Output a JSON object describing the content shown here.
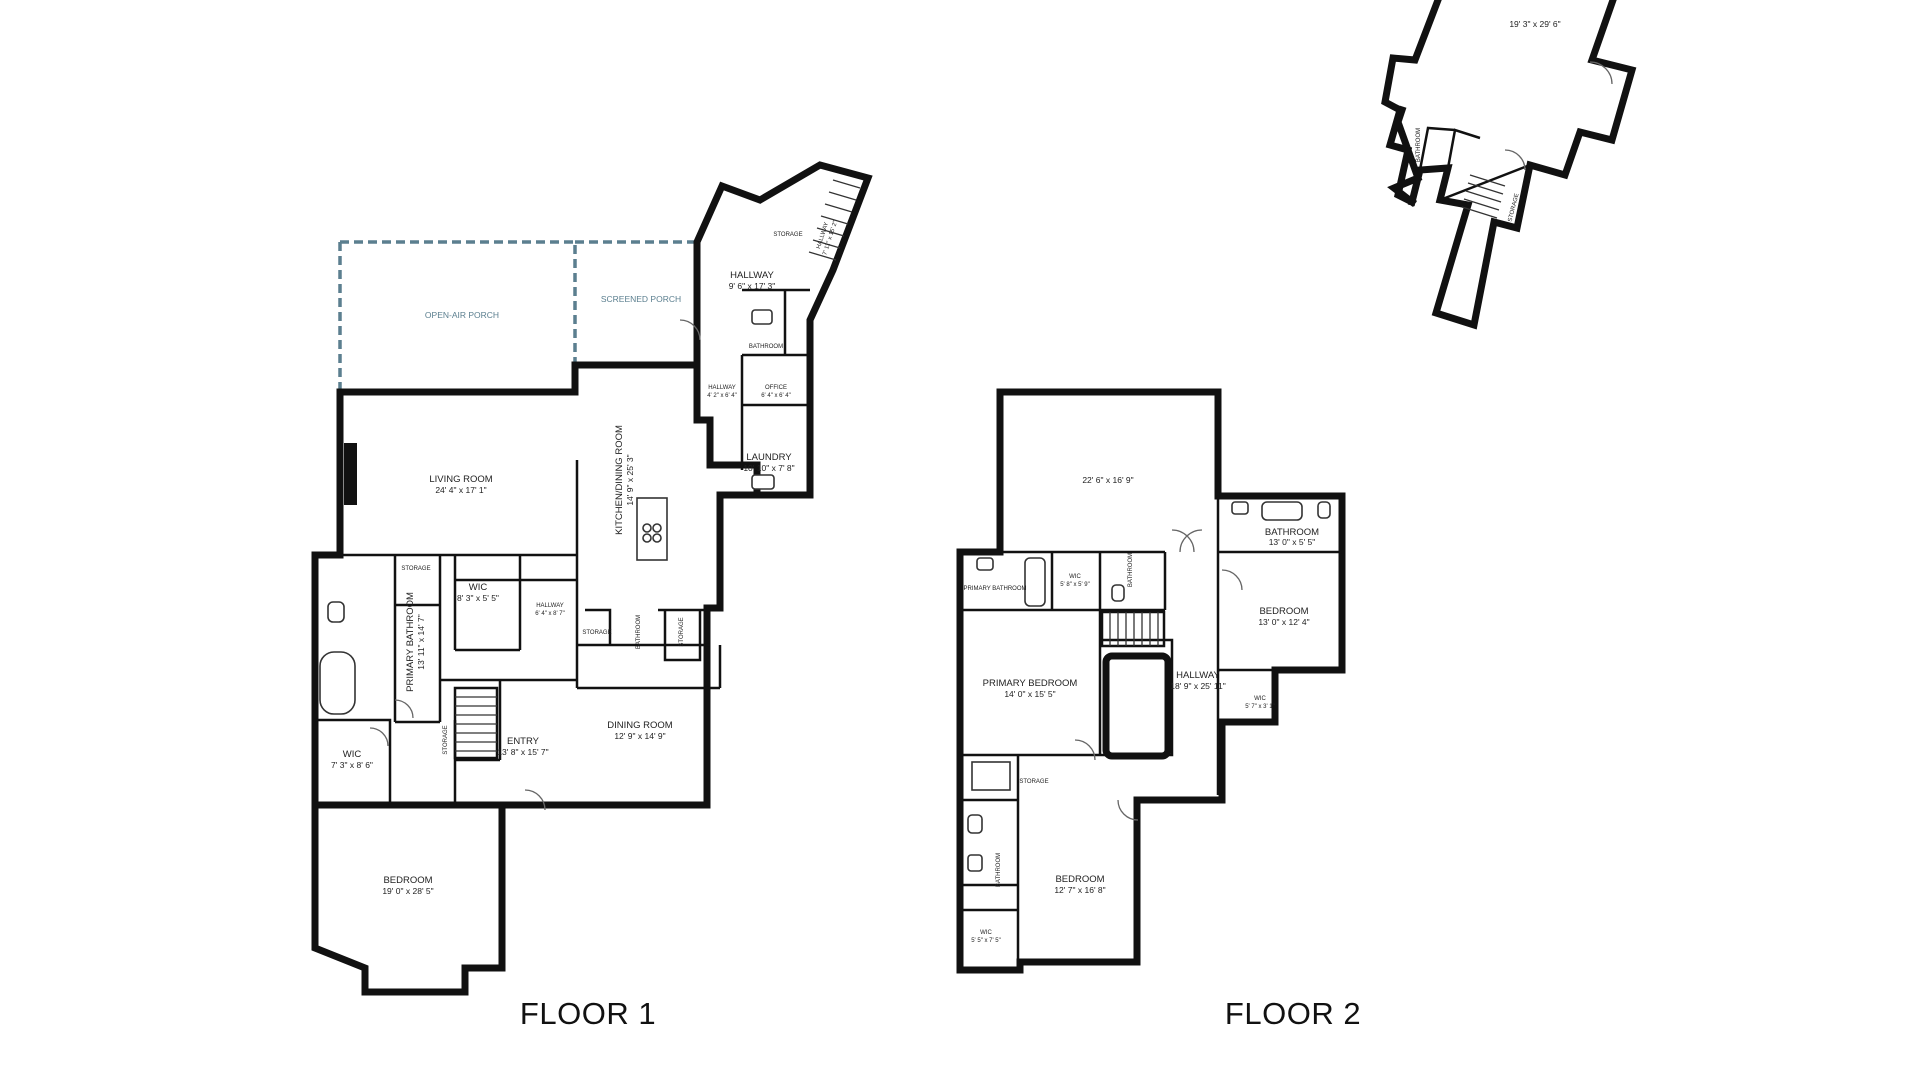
{
  "floors": [
    {
      "title": "FLOOR 1",
      "rooms": [
        {
          "id": "open-air-porch",
          "label": "OPEN-AIR PORCH",
          "dims": ""
        },
        {
          "id": "screened-porch",
          "label": "SCREENED PORCH",
          "dims": ""
        },
        {
          "id": "storage-top",
          "label": "STORAGE",
          "dims": ""
        },
        {
          "id": "hallway-north",
          "label": "HALLWAY",
          "dims": "9' 6\" x 17' 3\""
        },
        {
          "id": "hallway-stair",
          "label": "HALLWAY",
          "dims": "7' 11\" x 15' 2\""
        },
        {
          "id": "bathroom-small",
          "label": "BATHROOM",
          "dims": ""
        },
        {
          "id": "hallway-small",
          "label": "HALLWAY",
          "dims": "4' 2\" x 6' 4\""
        },
        {
          "id": "office",
          "label": "OFFICE",
          "dims": "6' 4\" x 6' 4\""
        },
        {
          "id": "laundry",
          "label": "LAUNDRY",
          "dims": "10' 10\" x 7' 8\""
        },
        {
          "id": "living-room",
          "label": "LIVING ROOM",
          "dims": "24' 4\" x 17' 1\""
        },
        {
          "id": "kitchen-dining",
          "label": "KITCHEN/DINING ROOM",
          "dims": "14' 9\" x 25' 3\""
        },
        {
          "id": "storage-mid",
          "label": "STORAGE",
          "dims": ""
        },
        {
          "id": "wic-main",
          "label": "WIC",
          "dims": "8' 3\" x 5' 5\""
        },
        {
          "id": "hallway-mid",
          "label": "HALLWAY",
          "dims": "6' 4\" x 8' 7\""
        },
        {
          "id": "primary-bathroom",
          "label": "PRIMARY BATHROOM",
          "dims": "13' 11\" x 14' 7\""
        },
        {
          "id": "storage-stair",
          "label": "STORAGE",
          "dims": ""
        },
        {
          "id": "storage-hall",
          "label": "STORAGE",
          "dims": ""
        },
        {
          "id": "bathroom-kitchen",
          "label": "BATHROOM",
          "dims": ""
        },
        {
          "id": "storage-kitchen",
          "label": "STORAGE",
          "dims": ""
        },
        {
          "id": "entry",
          "label": "ENTRY",
          "dims": "13' 8\" x 15' 7\""
        },
        {
          "id": "dining-room",
          "label": "DINING ROOM",
          "dims": "12' 9\" x 14' 9\""
        },
        {
          "id": "wic-bedroom",
          "label": "WIC",
          "dims": "7' 3\" x 8' 6\""
        },
        {
          "id": "bedroom-1",
          "label": "BEDROOM",
          "dims": "19' 0\" x 28' 5\""
        }
      ]
    },
    {
      "title": "FLOOR 2",
      "rooms": [
        {
          "id": "bonus-room",
          "label": "",
          "dims": "22' 6\" x 16' 9\""
        },
        {
          "id": "bathroom-2",
          "label": "BATHROOM",
          "dims": "13' 0\" x 5' 5\""
        },
        {
          "id": "primary-bathroom-2",
          "label": "PRIMARY BATHROOM",
          "dims": ""
        },
        {
          "id": "wic-primary",
          "label": "WIC",
          "dims": "5' 8\" x 5' 9\""
        },
        {
          "id": "bathroom-hall",
          "label": "BATHROOM",
          "dims": ""
        },
        {
          "id": "bedroom-2",
          "label": "BEDROOM",
          "dims": "13' 0\" x 12' 4\""
        },
        {
          "id": "primary-bedroom",
          "label": "PRIMARY BEDROOM",
          "dims": "14' 0\" x 15' 5\""
        },
        {
          "id": "hallway-2",
          "label": "HALLWAY",
          "dims": "18' 9\" x 25' 11\""
        },
        {
          "id": "wic-bedroom-2",
          "label": "WIC",
          "dims": "5' 7\" x 3' 1\""
        },
        {
          "id": "storage-2",
          "label": "STORAGE",
          "dims": ""
        },
        {
          "id": "bathroom-3",
          "label": "BATHROOM",
          "dims": ""
        },
        {
          "id": "bedroom-3",
          "label": "BEDROOM",
          "dims": "12' 7\" x 16' 8\""
        },
        {
          "id": "wic-3",
          "label": "WIC",
          "dims": "5' 5\" x 7' 5\""
        }
      ]
    },
    {
      "title": "",
      "rooms": [
        {
          "id": "attic-room",
          "label": "",
          "dims": "19' 3\" x 29' 6\""
        },
        {
          "id": "attic-bathroom",
          "label": "BATHROOM",
          "dims": ""
        },
        {
          "id": "attic-storage",
          "label": "STORAGE",
          "dims": ""
        }
      ]
    }
  ],
  "colors": {
    "wall": "#111111",
    "porch_outline": "#5b7f8f",
    "background": "#ffffff"
  }
}
